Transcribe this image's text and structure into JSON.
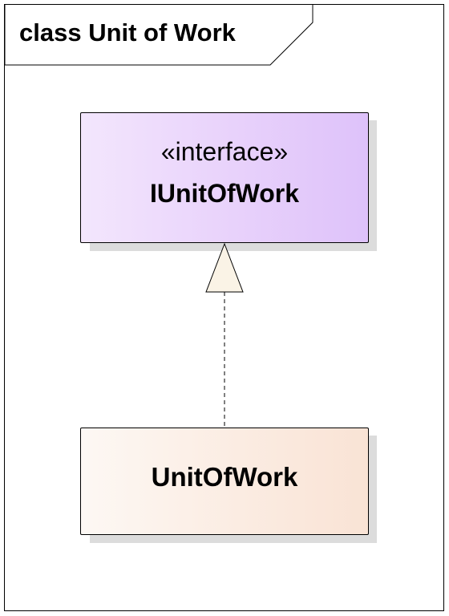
{
  "frame": {
    "title": "class Unit of Work"
  },
  "interface_class": {
    "stereotype": "«interface»",
    "name": "IUnitOfWork",
    "fill_start": "#f3e6fd",
    "fill_end": "#dec2fa"
  },
  "implementation_class": {
    "name": "UnitOfWork",
    "fill_start": "#fdf8f4",
    "fill_end": "#f9e3d5"
  },
  "realization": {
    "line_style": "dashed",
    "arrowhead": "hollow-triangle",
    "arrowhead_fill": "#faf3e6"
  }
}
